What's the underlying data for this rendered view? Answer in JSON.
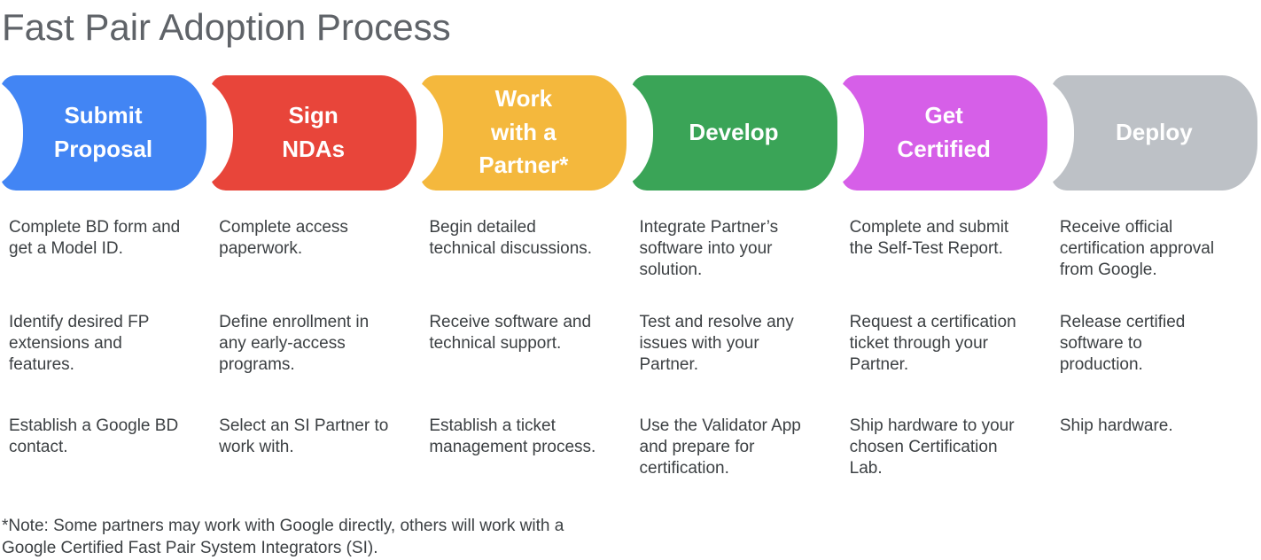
{
  "page": {
    "title": "Fast Pair Adoption Process",
    "note": "*Note: Some partners may work with Google directly, others will work with a\nGoogle Certified Fast Pair System Integrators (SI).",
    "background_color": "#ffffff",
    "title_color": "#5f6368",
    "body_text_color": "#3c4043"
  },
  "steps": [
    {
      "label": "Submit\nProposal",
      "color": "#4285F4",
      "tasks": [
        "Complete BD form and\nget a Model ID.",
        "Identify desired FP\nextensions and\nfeatures.",
        "Establish a Google BD\ncontact."
      ]
    },
    {
      "label": "Sign\nNDAs",
      "color": "#E8453A",
      "tasks": [
        "Complete access\npaperwork.",
        "Define enrollment in\nany early-access\nprograms.",
        "Select an SI Partner to\nwork with."
      ]
    },
    {
      "label": "Work\nwith a\nPartner*",
      "color": "#F4B83D",
      "tasks": [
        "Begin detailed\ntechnical discussions.",
        "Receive software and\ntechnical support.",
        "Establish a ticket\nmanagement process."
      ]
    },
    {
      "label": "Develop",
      "color": "#3AA457",
      "tasks": [
        "Integrate Partner’s\nsoftware into your\nsolution.",
        "Test and resolve any\nissues with your\nPartner.",
        "Use the Validator App\nand prepare for\ncertification."
      ]
    },
    {
      "label": "Get\nCertified",
      "color": "#D65FE8",
      "tasks": [
        "Complete and submit\nthe Self-Test Report.",
        "Request a certification\nticket through your\nPartner.",
        "Ship hardware to your\nchosen Certification\nLab."
      ]
    },
    {
      "label": "Deploy",
      "color": "#BDC1C6",
      "tasks": [
        "Receive official\ncertification approval\nfrom Google.",
        "Release certified\nsoftware to\nproduction.",
        "Ship hardware."
      ]
    }
  ]
}
